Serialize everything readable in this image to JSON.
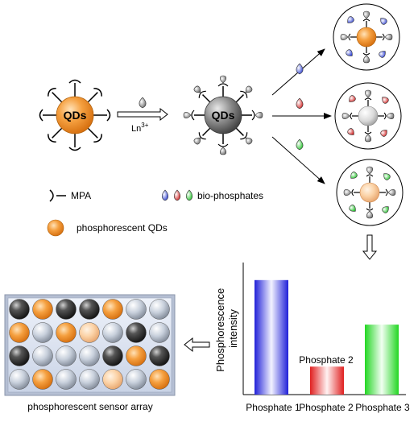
{
  "reaction": {
    "qd_label_initial": "QDs",
    "qd_label_quenched": "QDs",
    "reagent_prefix": "Ln",
    "reagent_superscript": "3+"
  },
  "legend": {
    "mpa_label": "MPA",
    "biophosphates_label": "bio-phosphates",
    "qds_label": "phosphorescent QDs"
  },
  "chart_data": {
    "type": "bar",
    "categories": [
      "Phosphate 1",
      "Phosphate 2",
      "Phosphate 3"
    ],
    "values": [
      0.9,
      0.22,
      0.55
    ],
    "ylabel_line1": "Phosphorescence",
    "ylabel_line2": "intensity",
    "xlabel": "",
    "ylim": [
      0,
      1
    ],
    "colors": [
      "#2a2adf",
      "#e03030",
      "#33d633"
    ],
    "annotations": [
      "Phosphate 2"
    ]
  },
  "sensor_array": {
    "caption": "phosphorescent sensor array",
    "rows": [
      [
        "black",
        "orange",
        "black",
        "black",
        "orange",
        "silver",
        "silver"
      ],
      [
        "orange",
        "silver",
        "orange",
        "peach",
        "silver",
        "black",
        "silver"
      ],
      [
        "black",
        "silver",
        "silver",
        "silver",
        "black",
        "orange",
        "black"
      ],
      [
        "silver",
        "orange",
        "silver",
        "silver",
        "peach",
        "silver",
        "orange"
      ]
    ]
  },
  "colors": {
    "orange": "#f39a33",
    "blue_drop": "#4a5adc",
    "red_drop": "#dd3b3b",
    "green_drop": "#3fcf44",
    "gray_drop": "#777777"
  }
}
